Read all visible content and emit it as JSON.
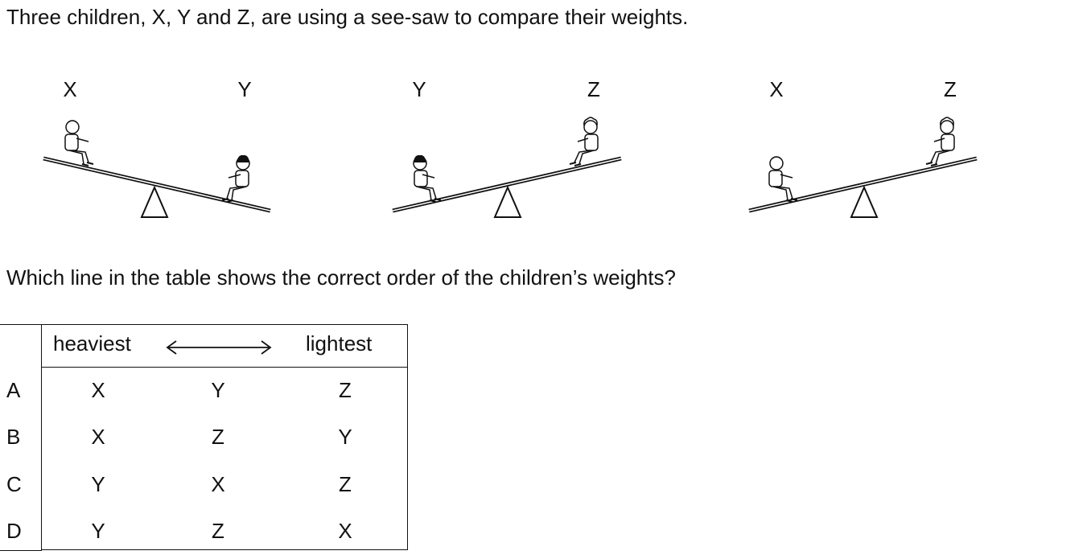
{
  "question": "Three children, X, Y and Z, are using a see-saw to compare their weights.",
  "seesaws": [
    {
      "left_label": "X",
      "right_label": "Y",
      "heavier_side": "right"
    },
    {
      "left_label": "Y",
      "right_label": "Z",
      "heavier_side": "left"
    },
    {
      "left_label": "X",
      "right_label": "Z",
      "heavier_side": "left"
    }
  ],
  "prompt": "Which line in the table shows the correct order of the children’s weights?",
  "table": {
    "header_heaviest": "heaviest",
    "header_lightest": "lightest",
    "rows": [
      {
        "letter": "A",
        "cells": [
          "X",
          "Y",
          "Z"
        ]
      },
      {
        "letter": "B",
        "cells": [
          "X",
          "Z",
          "Y"
        ]
      },
      {
        "letter": "C",
        "cells": [
          "Y",
          "X",
          "Z"
        ]
      },
      {
        "letter": "D",
        "cells": [
          "Y",
          "Z",
          "X"
        ]
      }
    ]
  }
}
